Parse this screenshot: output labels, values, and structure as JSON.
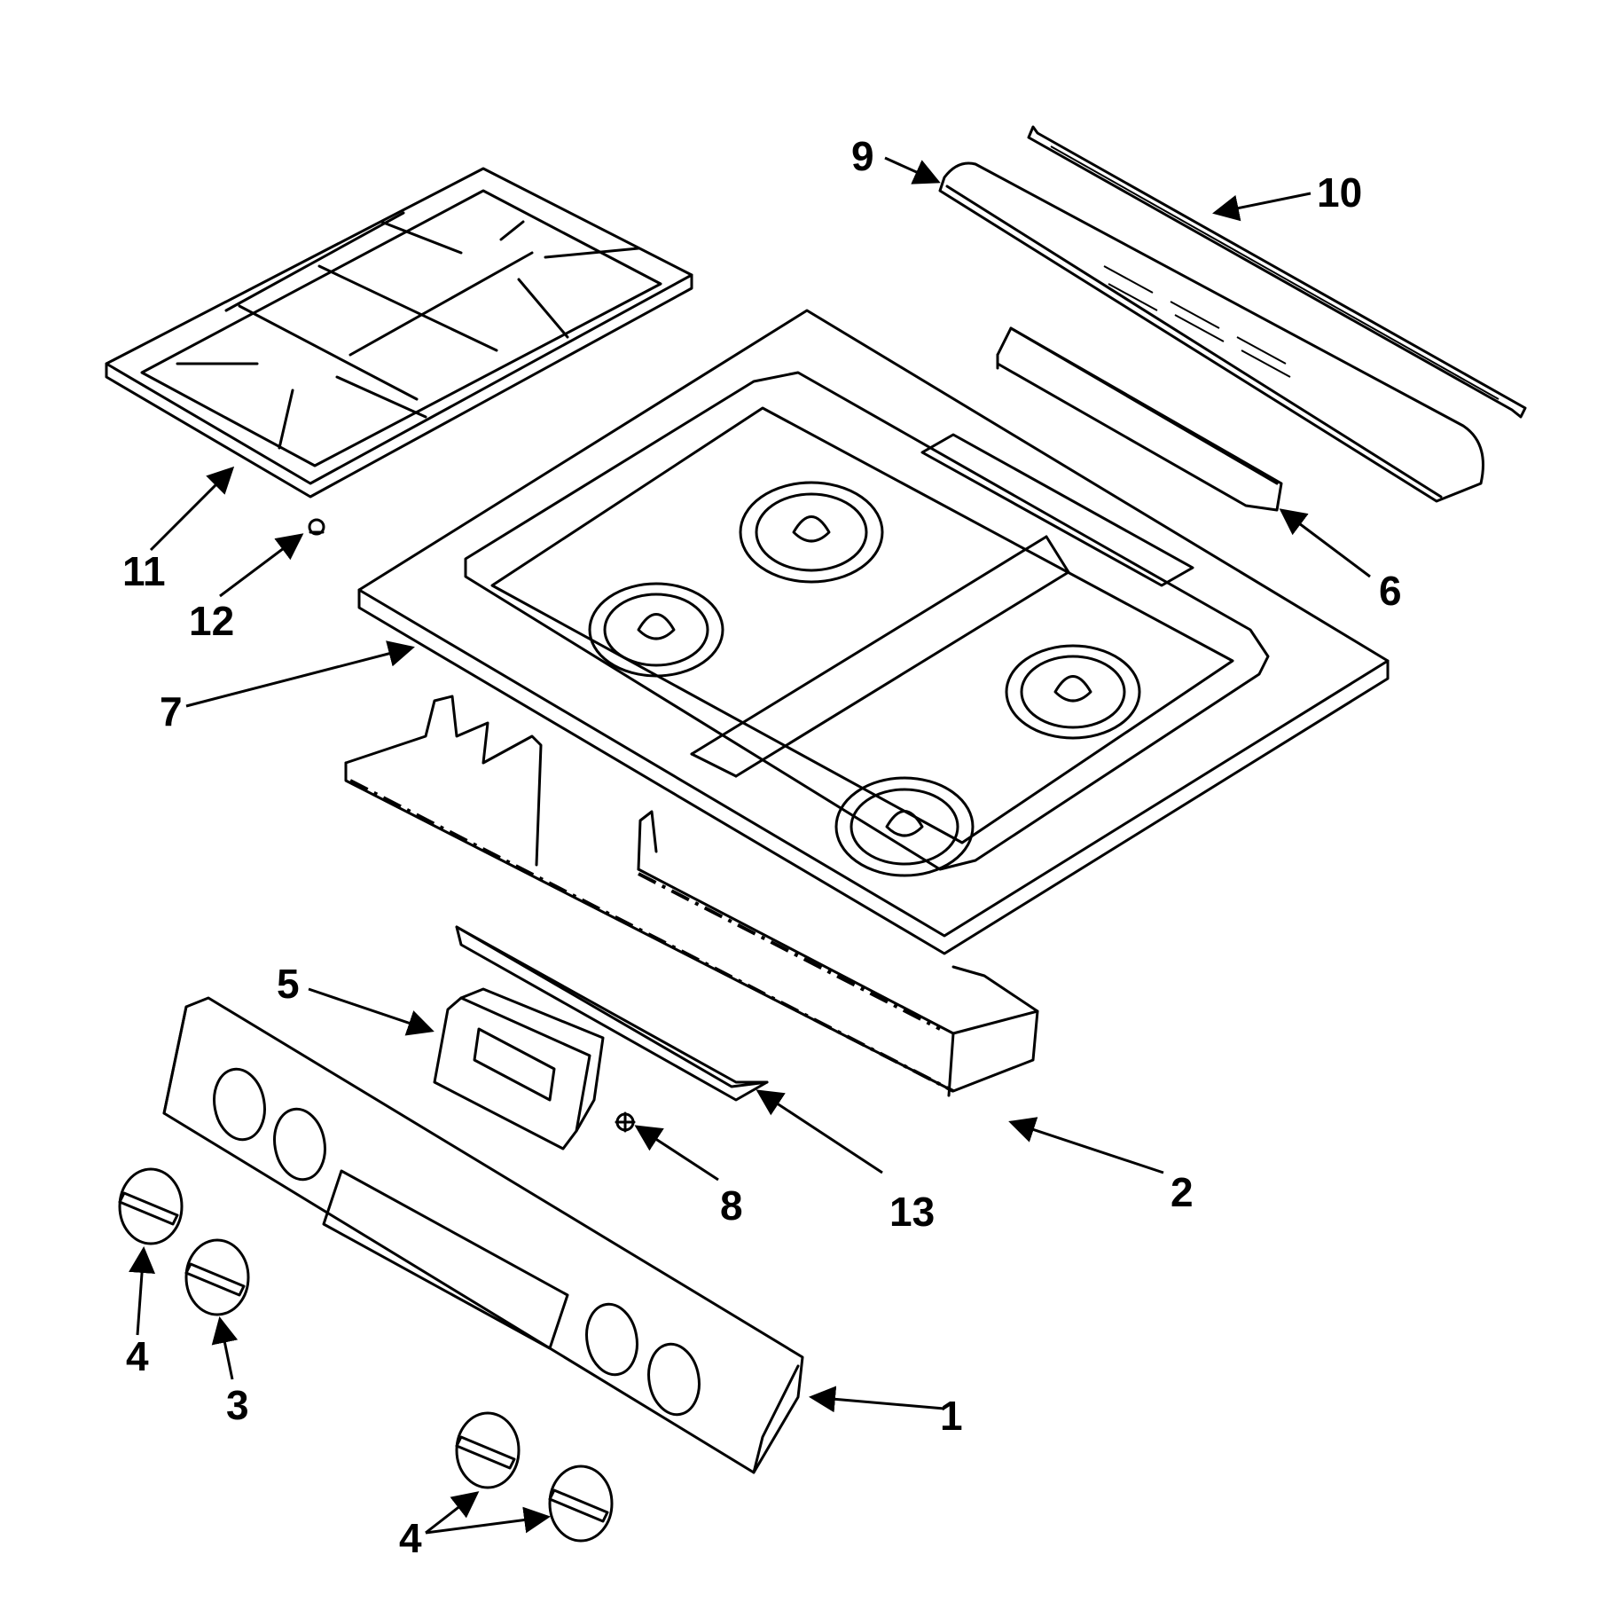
{
  "callouts": {
    "c1": "1",
    "c2": "2",
    "c3": "3",
    "c4a": "4",
    "c4b": "4",
    "c5": "5",
    "c6": "6",
    "c7": "7",
    "c8": "8",
    "c9": "9",
    "c10": "10",
    "c11": "11",
    "c12": "12",
    "c13": "13"
  }
}
